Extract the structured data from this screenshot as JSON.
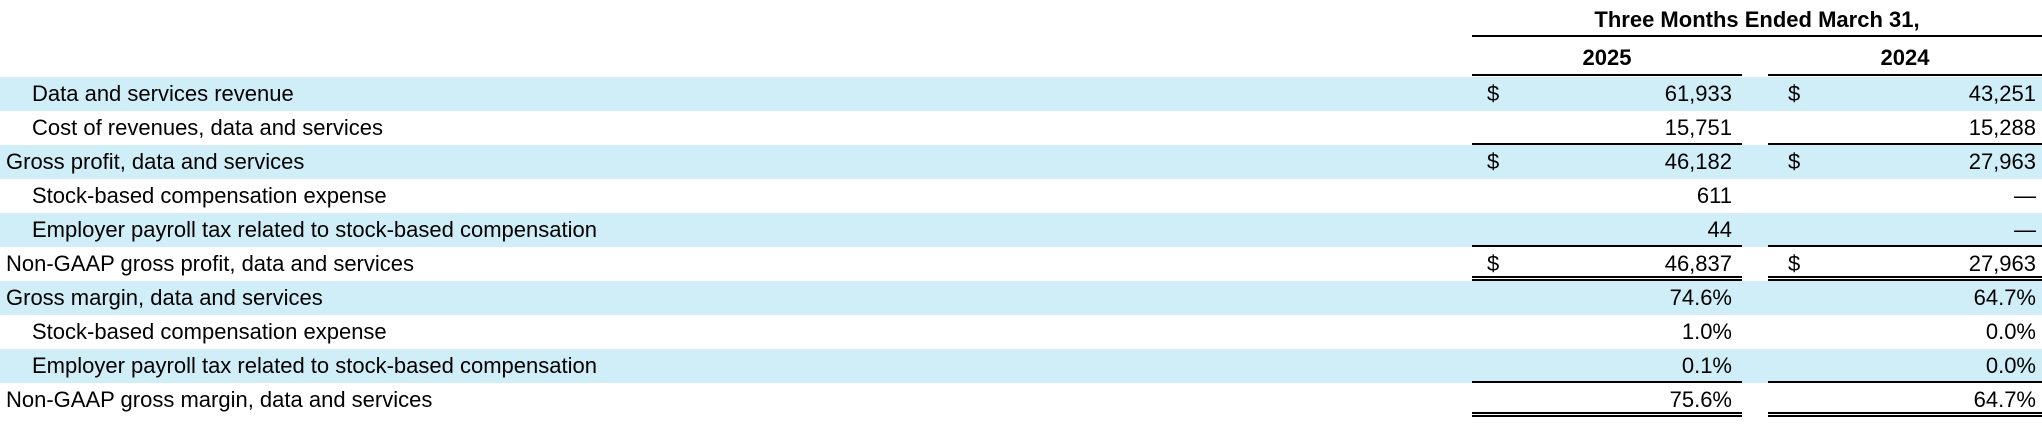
{
  "header": {
    "period": "Three Months Ended March 31,",
    "year1": "2025",
    "year2": "2024"
  },
  "rows": [
    {
      "label": "Data and services revenue",
      "y1_currency": "$",
      "y1": "61,933",
      "y2_currency": "$",
      "y2": "43,251"
    },
    {
      "label": "Cost of revenues, data and services",
      "y1_currency": "",
      "y1": "15,751",
      "y2_currency": "",
      "y2": "15,288"
    },
    {
      "label": "Gross profit, data and services",
      "y1_currency": "$",
      "y1": "46,182",
      "y2_currency": "$",
      "y2": "27,963"
    },
    {
      "label": "Stock-based compensation expense",
      "y1_currency": "",
      "y1": "611",
      "y2_currency": "",
      "y2": "—"
    },
    {
      "label": "Employer payroll tax related to stock-based compensation",
      "y1_currency": "",
      "y1": "44",
      "y2_currency": "",
      "y2": "—"
    },
    {
      "label": "Non-GAAP gross profit, data and services",
      "y1_currency": "$",
      "y1": "46,837",
      "y2_currency": "$",
      "y2": "27,963"
    },
    {
      "label": "Gross margin, data and services",
      "y1_currency": "",
      "y1": "74.6%",
      "y2_currency": "",
      "y2": "64.7%"
    },
    {
      "label": "Stock-based compensation expense",
      "y1_currency": "",
      "y1": "1.0%",
      "y2_currency": "",
      "y2": "0.0%"
    },
    {
      "label": "Employer payroll tax related to stock-based compensation",
      "y1_currency": "",
      "y1": "0.1%",
      "y2_currency": "",
      "y2": "0.0%"
    },
    {
      "label": "Non-GAAP gross margin, data and services",
      "y1_currency": "",
      "y1": "75.6%",
      "y2_currency": "",
      "y2": "64.7%"
    }
  ],
  "colors": {
    "row_shade": "#cfeef8",
    "rule": "#000000"
  }
}
